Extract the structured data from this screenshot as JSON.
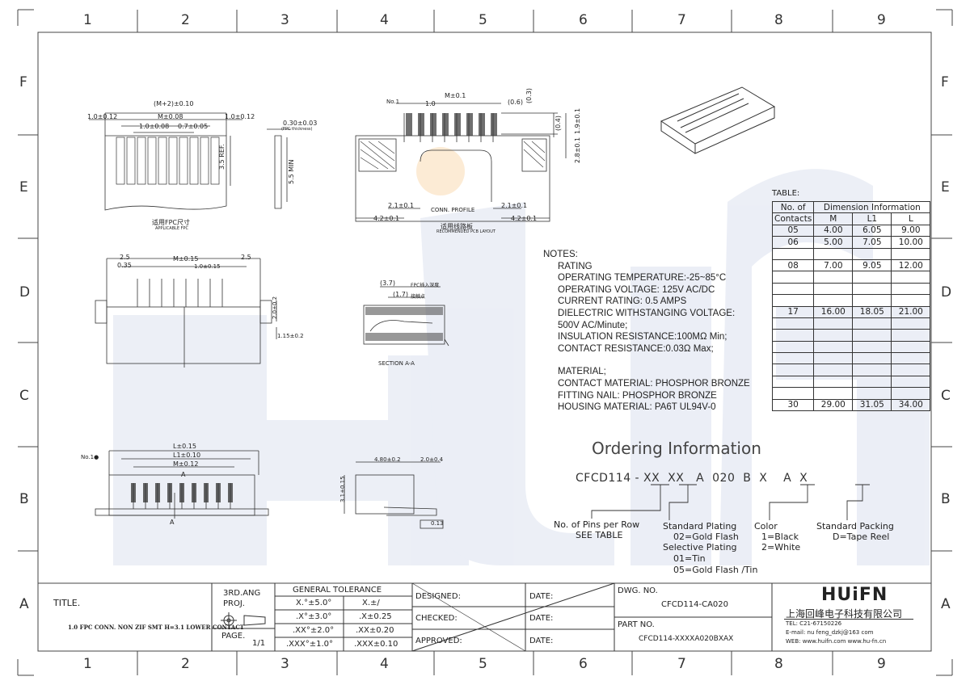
{
  "columns": [
    "1",
    "2",
    "3",
    "4",
    "5",
    "6",
    "7",
    "8",
    "9"
  ],
  "rows": [
    "F",
    "E",
    "D",
    "C",
    "B",
    "A"
  ],
  "watermark": "HUIFN",
  "views": {
    "fpc": {
      "total": "(M+2)±0.10",
      "left": "1.0±0.12",
      "mid": "M±0.08",
      "right": "1.0±0.12",
      "pitch": "1.0±0.08",
      "pad": "0.7±0.05",
      "height": "3.5 REF.",
      "caption_cn": "适用FPC尺寸",
      "caption_en": "APPLICABLE FPC"
    },
    "fpc_side": {
      "thk": "0.30±0.03",
      "note": "(FPC thickness)",
      "min": "5.5 MIN"
    },
    "pcb": {
      "no1": "No.1",
      "pitch": "1.0",
      "m": "M±0.1",
      "p06": "(0.6)",
      "p03": "(0.3)",
      "p04": "(0.4)",
      "h19": "1.9±0.1",
      "h28": "2.8±0.1",
      "d21l": "2.1±0.1",
      "d21r": "2.1±0.1",
      "d42l": "4.2±0.1",
      "d42r": "4.2±0.1",
      "profile": "CONN. PROFILE",
      "caption_cn": "适用线路板",
      "caption_en": "RECOMMENDED PCB LAYOUT"
    },
    "front": {
      "d25l": "2.5",
      "d035": "0.35",
      "m": "M±0.15",
      "d25r": "2.5",
      "pitch": "1.0±0.15",
      "h20": "2.0±0.2",
      "h115": "1.15±0.2"
    },
    "section": {
      "d37": "(3.7)",
      "d17": "(1.7)",
      "fpc_note": "FPC插入深度",
      "label2": "接触点",
      "caption": "SECTION A-A"
    },
    "top": {
      "no1": "No.1●",
      "l": "L±0.15",
      "l1": "L1±0.10",
      "m": "M±0.12",
      "a1": "A",
      "a2": "A"
    },
    "side": {
      "w480": "4.80±0.2",
      "w20": "2.0±0.4",
      "h31": "3.1±0.15",
      "flat": "0.13"
    }
  },
  "notes": {
    "header": "NOTES:",
    "lines": [
      "RATING",
      "OPERATING TEMPERATURE:-25~85°C",
      "OPERATING VOLTAGE: 125V AC/DC",
      "CURRENT RATING: 0.5 AMPS",
      "DIELECTRIC WITHSTANGING VOLTAGE:",
      "500V AC/Minute;",
      "INSULATION RESISTANCE:100MΩ Min;",
      "CONTACT RESISTANCE:0.03Ω Max;"
    ],
    "material": [
      "MATERIAL;",
      "CONTACT MATERIAL: PHOSPHOR BRONZE",
      "FITTING NAIL: PHOSPHOR BRONZE",
      "HOUSING MATERIAL: PA6T UL94V-0"
    ]
  },
  "dim_table": {
    "caption": "TABLE:",
    "h_no": "No. of",
    "h_contacts": "Contacts",
    "h_dim": "Dimension Information",
    "h_m": "M",
    "h_l1": "L1",
    "h_l": "L",
    "rows": [
      [
        "05",
        "4.00",
        "6.05",
        "9.00"
      ],
      [
        "06",
        "5.00",
        "7.05",
        "10.00"
      ],
      [
        "",
        "",
        "",
        ""
      ],
      [
        "08",
        "7.00",
        "9.05",
        "12.00"
      ],
      [
        "",
        "",
        "",
        ""
      ],
      [
        "",
        "",
        "",
        ""
      ],
      [
        "",
        "",
        "",
        ""
      ],
      [
        "17",
        "16.00",
        "18.05",
        "21.00"
      ],
      [
        "",
        "",
        "",
        ""
      ],
      [
        "",
        "",
        "",
        ""
      ],
      [
        "",
        "",
        "",
        ""
      ],
      [
        "",
        "",
        "",
        ""
      ],
      [
        "",
        "",
        "",
        ""
      ],
      [
        "",
        "",
        "",
        ""
      ],
      [
        "",
        "",
        "",
        ""
      ],
      [
        "30",
        "29.00",
        "31.05",
        "34.00"
      ]
    ]
  },
  "ordering": {
    "title": "Ordering Information",
    "code": "CFCD114 - XX  XX   A  020  B  X    A  X",
    "pins": "No. of Pins per Row",
    "pins2": "SEE TABLE",
    "plating": "Standard Plating",
    "plating2": "02=Gold Flash",
    "sel": "Selective Plating",
    "sel2": "01=Tin",
    "sel3": "05=Gold Flash  /Tin",
    "color": "Color",
    "color2": "1=Black",
    "color3": "2=White",
    "pack": "Standard Packing",
    "pack2": "D=Tape Reel"
  },
  "title_block": {
    "title_label": "TITLE.",
    "title": "1.0 FPC CONN. NON ZIF SMT  H=3.1 LOWER CONTACT",
    "proj": "3RD.ANG",
    "proj2": "PROJ.",
    "page_label": "PAGE.",
    "page": "1/1",
    "tol_header": "GENERAL TOLERANCE",
    "tol": [
      [
        "X.°±5.0°",
        "X.±/"
      ],
      [
        ".X°±3.0°",
        ".X±0.25"
      ],
      [
        ".XX°±2.0°",
        ".XX±0.20"
      ],
      [
        ".XXX°±1.0°",
        ".XXX±0.10"
      ]
    ],
    "designed": "DESIGNED:",
    "checked": "CHECKED:",
    "approved": "APPROVED:",
    "date": "DATE:",
    "dwg_label": "DWG. NO.",
    "dwg": "CFCD114-CA020",
    "part_label": "PART NO.",
    "part": "CFCD114-XXXXA020BXAX",
    "company_logo": "HUiFN",
    "company_cn": "上海回峰电子科技有限公司",
    "tel": "TEL:  C21-67150226",
    "email": "E-mail: nu feng_dzkj@163 com",
    "web": "WEB:  www.huifn.com   www.hu-fn.cn"
  },
  "colors": {
    "line": "#333333",
    "watermark": "#2a4aa0",
    "accent": "#f3a640"
  }
}
